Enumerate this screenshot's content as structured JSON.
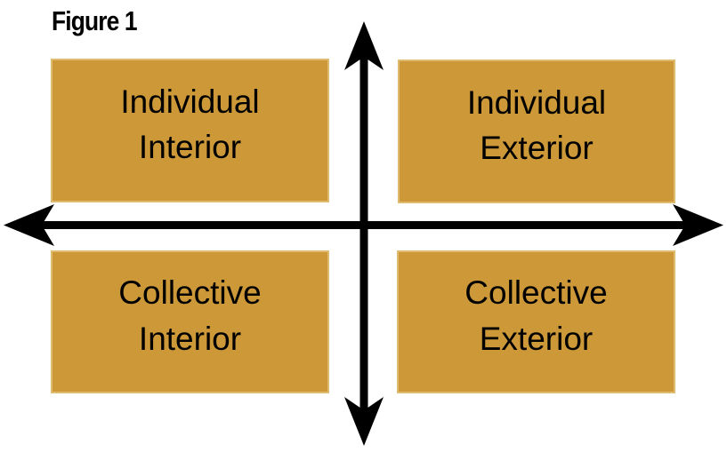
{
  "figure": {
    "title": "Figure 1"
  },
  "colors": {
    "box_fill": "#CC9838",
    "box_edge_highlight": "#E0BA6E",
    "arrow": "#000000",
    "text": "#000000",
    "background": "#FFFFFF"
  },
  "quadrants": [
    {
      "id": "individual-interior",
      "label": "Individual Interior",
      "line1": "Individual",
      "line2": "Interior",
      "position": "top-left"
    },
    {
      "id": "individual-exterior",
      "label": "Individual Exterior",
      "line1": "Individual",
      "line2": "Exterior",
      "position": "top-right"
    },
    {
      "id": "collective-interior",
      "label": "Collective Interior",
      "line1": "Collective",
      "line2": "Interior",
      "position": "bottom-left"
    },
    {
      "id": "collective-exterior",
      "label": "Collective Exterior",
      "line1": "Collective",
      "line2": "Exterior",
      "position": "bottom-right"
    }
  ],
  "axes": {
    "horizontal": "double-headed arrow",
    "vertical": "double-headed arrow"
  }
}
